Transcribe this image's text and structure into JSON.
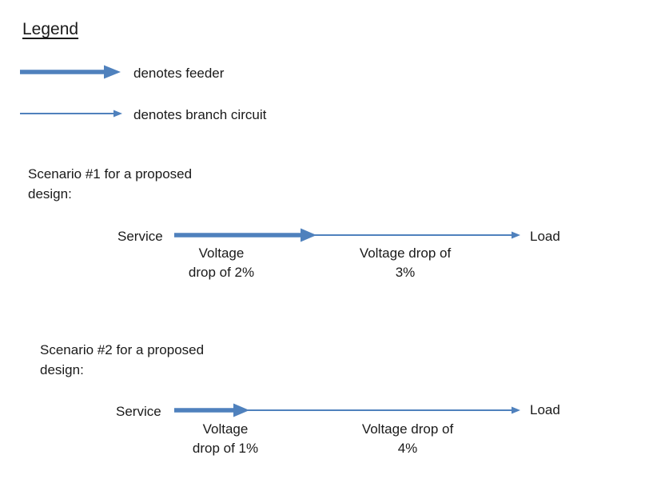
{
  "colors": {
    "arrow_blue": "#4F81BD",
    "text": "#1a1a1a",
    "background": "#ffffff"
  },
  "legend": {
    "title": "Legend",
    "items": [
      {
        "arrow": "feeder-arrow",
        "label": "denotes feeder"
      },
      {
        "arrow": "branch-circuit-arrow",
        "label": "denotes branch circuit"
      }
    ]
  },
  "scenarios": [
    {
      "heading": [
        "Scenario #1 for a proposed",
        "design:"
      ],
      "source": "Service",
      "destination": "Load",
      "feeder_drop_label": [
        "Voltage",
        "drop of 2%"
      ],
      "branch_drop_label": [
        "Voltage drop of",
        "3%"
      ]
    },
    {
      "heading": [
        "Scenario #2 for a proposed",
        "design:"
      ],
      "source": "Service",
      "destination": "Load",
      "feeder_drop_label": [
        "Voltage",
        "drop of 1%"
      ],
      "branch_drop_label": [
        "Voltage drop of",
        "4%"
      ]
    }
  ]
}
